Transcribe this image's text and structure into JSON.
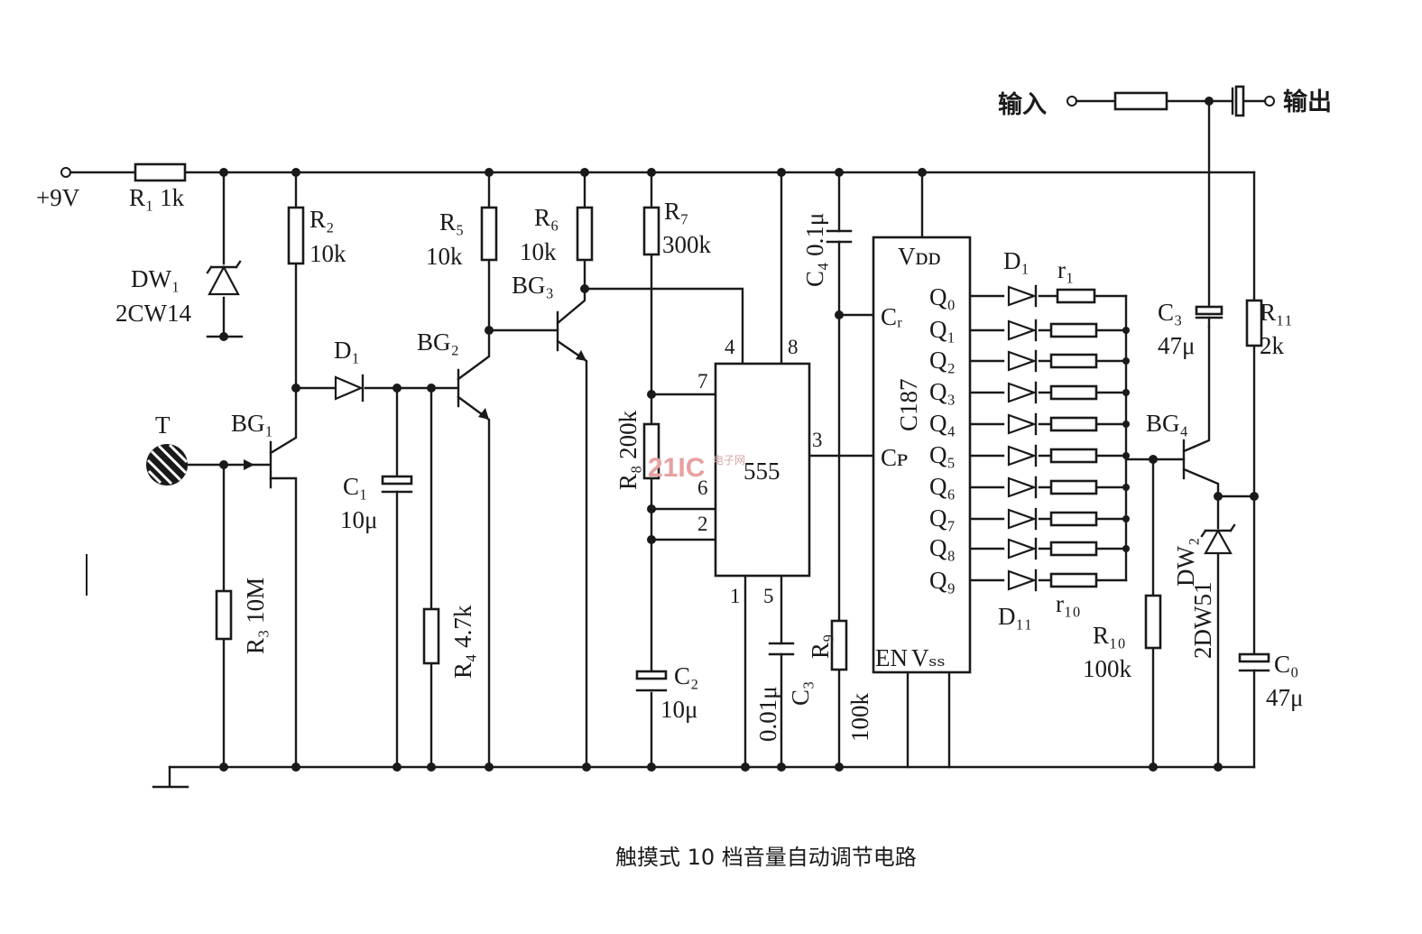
{
  "labels": {
    "supply": "+9V",
    "r1": "R₁ 1k",
    "dw1_name": "DW₁",
    "dw1_part": "2CW14",
    "r2_name": "R₂",
    "r2_val": "10k",
    "d1": "D₁",
    "bg2": "BG₂",
    "r5_name": "R₅",
    "r5_val": "10k",
    "r6_name": "R₆",
    "r6_val": "10k",
    "bg3": "BG₃",
    "r7_name": "R₇",
    "r7_val": "300k",
    "c4": "C₄ 0.1μ",
    "touch": "T",
    "bg1": "BG₁",
    "c1_name": "C₁",
    "c1_val": "10μ",
    "r3": "R₃ 10M",
    "r4": "R₄ 4.7k",
    "r8": "R₈ 200k",
    "c2_name": "C₂",
    "c2_val": "10μ",
    "c3_left": "0.01μ",
    "c3_name": "C₃",
    "r9_name": "R₉",
    "r9_val": "100k",
    "ic555": "555",
    "pin1": "1",
    "pin2": "2",
    "pin3": "3",
    "pin4": "4",
    "pin5": "5",
    "pin6": "6",
    "pin7": "7",
    "pin8": "8",
    "vdd": "Vᴅᴅ",
    "cr": "Cᵣ",
    "cp": "Cᴘ",
    "ic187": "C187",
    "en": "EN",
    "vss": "Vₛₛ",
    "q_outputs": [
      "Q₀",
      "Q₁",
      "Q₂",
      "Q₃",
      "Q₄",
      "Q₅",
      "Q₆",
      "Q₇",
      "Q₈",
      "Q₉"
    ],
    "d_top": "D₁",
    "r_top": "r₁",
    "d_bot": "D₁₁",
    "r_bot": "r₁₀",
    "r10_name": "R₁₀",
    "r10_val": "100k",
    "dw2_name": "DW₂",
    "dw2_part": "2DW51",
    "c3r_name": "C₃",
    "c3r_val": "47μ",
    "r11_name": "R₁₁",
    "r11_val": "2k",
    "bg4": "BG₄",
    "c0_name": "C₀",
    "c0_val": "47μ",
    "input": "输入",
    "output": "输出"
  },
  "watermark": {
    "brand": "21IC",
    "sub": "电子网"
  },
  "caption": "触摸式 10 档音量自动调节电路"
}
